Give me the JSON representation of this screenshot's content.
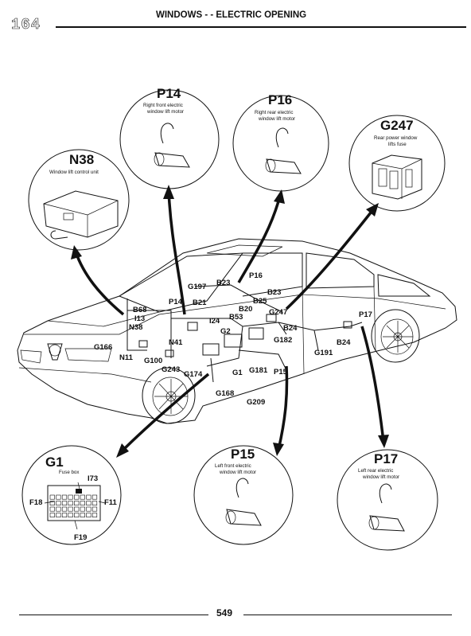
{
  "header": {
    "model": "164",
    "title": "WINDOWS - - ELECTRIC OPENING"
  },
  "footer": {
    "page_number": "549"
  },
  "callouts": {
    "P14": {
      "code": "P14",
      "desc1": "Right front electric",
      "desc2": "window lift motor"
    },
    "P16": {
      "code": "P16",
      "desc1": "Right rear electric",
      "desc2": "window lift motor"
    },
    "G247": {
      "code": "G247",
      "desc1": "Rear power window",
      "desc2": "lifts fuse"
    },
    "N38": {
      "code": "N38",
      "desc1": "Window lift control unit"
    },
    "G1": {
      "code": "G1",
      "desc1": "Fuse box",
      "i73": "I73",
      "f18": "F18",
      "f11": "F11",
      "f19": "F19"
    },
    "P15": {
      "code": "P15",
      "desc1": "Left front electric",
      "desc2": "window lift motor"
    },
    "P17": {
      "code": "P17",
      "desc1": "Left rear electric",
      "desc2": "window lift motor"
    }
  },
  "labels": {
    "p16": "P16",
    "b23a": "B23",
    "g197": "G197",
    "b23b": "B23",
    "b25": "B25",
    "p14": "P14",
    "b21": "B21",
    "b68": "B68",
    "b20": "B20",
    "g247": "G247",
    "i13": "I13",
    "b53": "B53",
    "b24a": "B24",
    "i24": "I24",
    "p17": "P17",
    "n38": "N38",
    "g2": "G2",
    "g182": "G182",
    "b24b": "B24",
    "n41": "N41",
    "g166": "G166",
    "g191": "G191",
    "n11": "N11",
    "g100": "G100",
    "p15": "P15",
    "g243": "G243",
    "g181": "G181",
    "g174": "G174",
    "g1": "G1",
    "g168": "G168",
    "g209": "G209"
  }
}
